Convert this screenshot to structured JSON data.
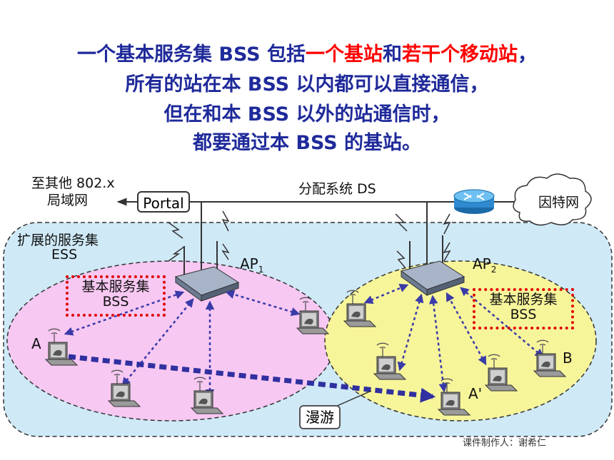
{
  "title": {
    "line1_a": "一个基本服务集 BSS 包括",
    "line1_red1": "一个基站",
    "line1_b": "和",
    "line1_red2": "若干个移动站",
    "line1_c": "，",
    "line2": "所有的站在本 BSS 以内都可以直接通信，",
    "line3": "但在和本 BSS 以外的站通信时，",
    "line4": "都要通过本 BSS 的基站。"
  },
  "diagram": {
    "to_other": "至其他 802.x",
    "lan": "局域网",
    "portal": "Portal",
    "ds": "分配系统 DS",
    "internet": "因特网",
    "ess_line1": "扩展的服务集",
    "ess_line2": "ESS",
    "ap1": "AP",
    "ap1_sub": "1",
    "ap2": "AP",
    "ap2_sub": "2",
    "bss1_line1": "基本服务集",
    "bss1_line2": "BSS",
    "bss2_line1": "基本服务集",
    "bss2_line2": "BSS",
    "station_a": "A",
    "station_a_prime": "A'",
    "station_b": "B",
    "roaming": "漫游",
    "footer": "课件制作人：谢希仁"
  },
  "colors": {
    "title_blue": "#1f2a9a",
    "title_red": "#ff0000",
    "ess_fill": "#cfe9f7",
    "bss1_fill": "#f7c8f2",
    "bss2_fill": "#f7f59a",
    "link_blue": "#3a3aa8"
  }
}
